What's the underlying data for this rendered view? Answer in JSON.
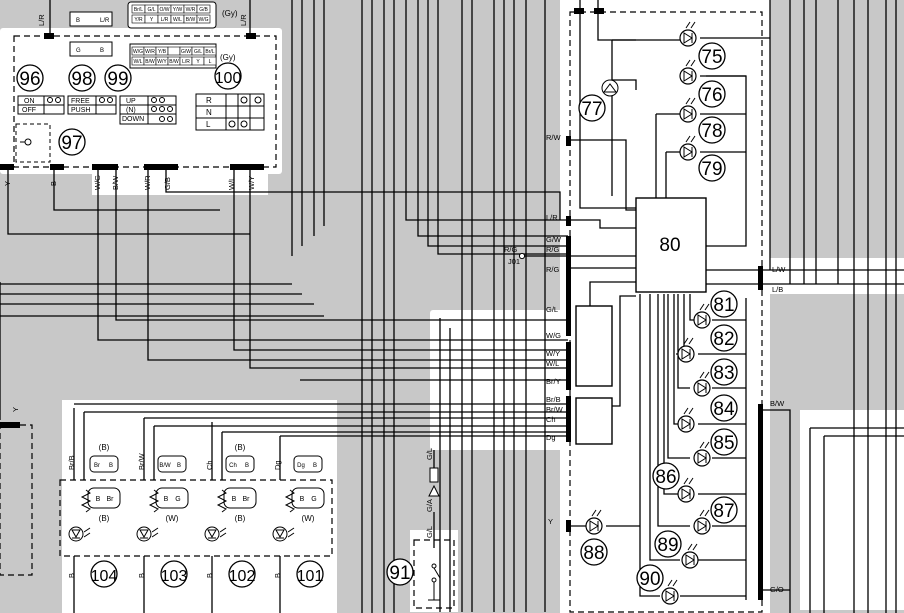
{
  "diagram": {
    "callouts": [
      "75",
      "76",
      "77",
      "78",
      "79",
      "80",
      "81",
      "82",
      "83",
      "84",
      "85",
      "86",
      "87",
      "88",
      "89",
      "90",
      "91",
      "96",
      "97",
      "98",
      "99",
      "100",
      "101",
      "102",
      "103",
      "104"
    ],
    "wire_labels": [
      "L/R",
      "L/R",
      "R/W",
      "L/R",
      "G/W",
      "R/G",
      "R/G",
      "J01",
      "R/G",
      "G/L",
      "W/G",
      "W/Y",
      "W/L",
      "Br/Y",
      "Br/B",
      "Br/W",
      "Ch",
      "Dg",
      "Y",
      "L/W",
      "L/B",
      "B/W",
      "G/O",
      "Y",
      "B",
      "W/G",
      "B/W",
      "W/R",
      "G/B",
      "W/L",
      "W/Y",
      "Br/B",
      "Br/W",
      "Ch",
      "Dg",
      "B",
      "B",
      "B",
      "B",
      "G/L",
      "G/A",
      "G/L",
      "Y"
    ],
    "switch_96": {
      "rows": [
        "ON",
        "OFF"
      ]
    },
    "switch_98": {
      "rows": [
        "FREE",
        "PUSH"
      ]
    },
    "switch_99": {
      "rows": [
        "UP",
        "(N)",
        "DOWN"
      ]
    },
    "switch_100": {
      "rows": [
        "R",
        "N",
        "L"
      ]
    },
    "gy_labels": [
      "(Gy)",
      "(Gy)"
    ],
    "connector_top_row1": [
      "Br/L",
      "G/L",
      "O/W",
      "Y/W",
      "W/R",
      "G/B"
    ],
    "connector_top_row2": [
      "Y/R",
      "Y",
      "L/R",
      "W/L",
      "B/W",
      "W/G"
    ],
    "connector_99_row1": [
      "W/G",
      "W/R",
      "Y/B",
      "",
      "G/W",
      "G/L",
      "Br/L"
    ],
    "connector_99_row2": [
      "W/L",
      "B/W",
      "W/Y",
      "B/W",
      "L/R",
      "Y",
      "L"
    ],
    "small_conn_98": [
      "G",
      "B"
    ],
    "small_conn_top": [
      "B",
      "L/R"
    ],
    "sensor_colors": [
      {
        "color": "(B)",
        "top": "(B)",
        "bot": "(B)"
      },
      {
        "color": "(W)",
        "top": "",
        "bot": "(W)"
      },
      {
        "color": "(B)",
        "top": "(B)",
        "bot": "(B)"
      },
      {
        "color": "(W)",
        "top": "",
        "bot": "(W)"
      }
    ],
    "sensor_pins_top": [
      [
        "Br",
        "B"
      ],
      [
        "B/W",
        "B"
      ],
      [
        "Ch",
        "B"
      ],
      [
        "Dg",
        "B"
      ]
    ],
    "sensor_pins_bot": [
      [
        "B",
        "Br"
      ],
      [
        "B",
        "G"
      ],
      [
        "B",
        "Br"
      ],
      [
        "B",
        "G"
      ]
    ],
    "left_wires": [
      "Br/B",
      "Br/W",
      "Ch",
      "Dg"
    ]
  }
}
